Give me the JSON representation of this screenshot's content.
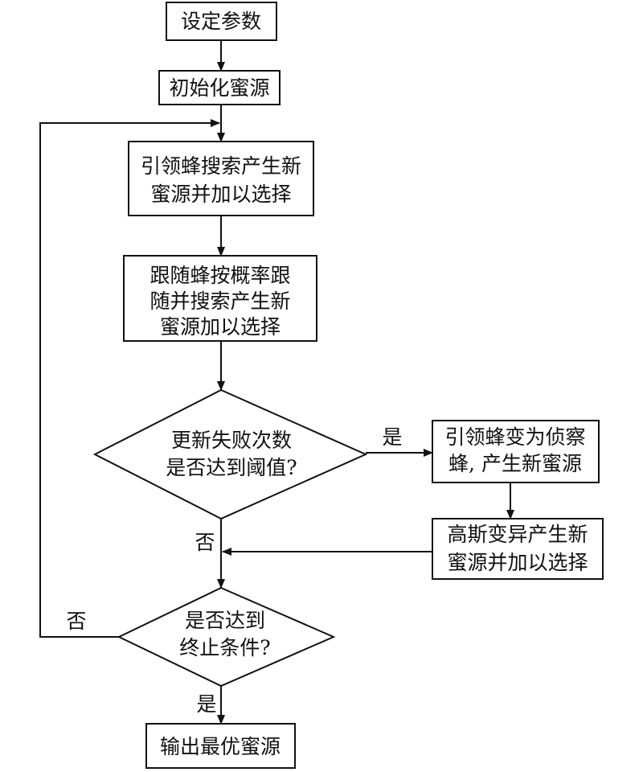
{
  "flowchart": {
    "set_params": "设定参数",
    "init_source": "初始化蜜源",
    "employed_search": {
      "line1": "引领蜂搜索产生新",
      "line2": "蜜源并加以选择"
    },
    "onlooker_follow": {
      "line1": "跟随蜂按概率跟",
      "line2": "随并搜索产生新",
      "line3": "蜜源加以选择"
    },
    "failure_check": {
      "line1": "更新失败次数",
      "line2": "是否达到阈值?"
    },
    "scout_convert": {
      "line1": "引领蜂变为侦察",
      "line2": "蜂, 产生新蜜源"
    },
    "gaussian_mutation": {
      "line1": "高斯变异产生新",
      "line2": "蜜源并加以选择"
    },
    "termination_check": {
      "line1": "是否达到",
      "line2": "终止条件?"
    },
    "output_best": "输出最优蜜源",
    "label_yes": "是",
    "label_no": "否"
  }
}
